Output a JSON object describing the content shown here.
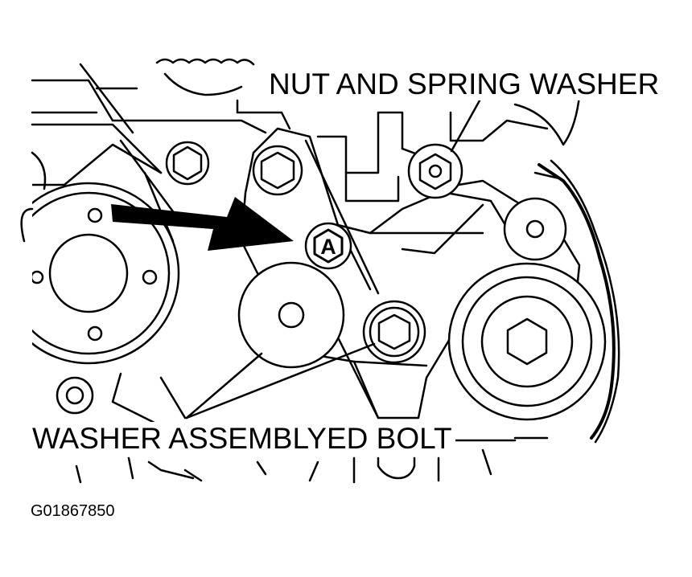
{
  "labels": {
    "nut_and_spring_washer": "NUT AND SPRING WASHER",
    "washer_assembled_bolt": "WASHER ASSEMBLYED BOLT",
    "figure_id": "G01867850"
  },
  "marker": {
    "letter": "A"
  }
}
